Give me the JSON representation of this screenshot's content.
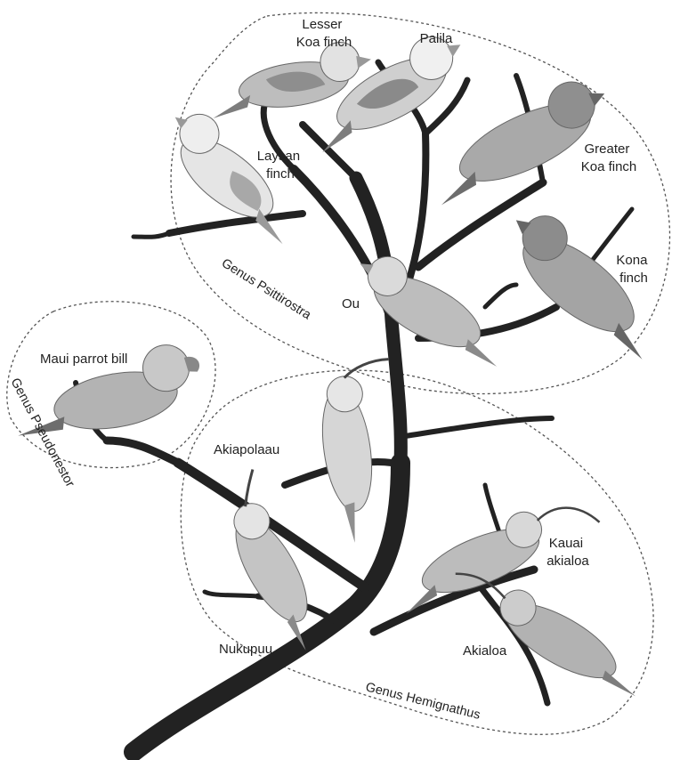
{
  "species": {
    "lesser_koa_finch": [
      "Lesser",
      "Koa finch"
    ],
    "palila": "Palila",
    "laysan_finch": [
      "Laysan",
      "finch"
    ],
    "greater_koa_finch": [
      "Greater",
      "Koa finch"
    ],
    "kona_finch": [
      "Kona",
      "finch"
    ],
    "ou": "Ou",
    "maui_parrot_bill": "Maui parrot bill",
    "akiapolaau": "Akiapolaau",
    "kauai_akialoa": [
      "Kauai",
      "akialoa"
    ],
    "nukupuu": "Nukupuu",
    "akialoa": "Akialoa"
  },
  "genera": {
    "psittirostra": "Genus Psittirostra",
    "pseudonestor": "Genus Pseudonestor",
    "hemignathus": "Genus Hemignathus"
  },
  "colors": {
    "branch": "#222222",
    "bird_light": "#e8e8e8",
    "bird_mid": "#b8b8b8",
    "bird_dark": "#8a8a8a",
    "group_outline": "#555555"
  }
}
